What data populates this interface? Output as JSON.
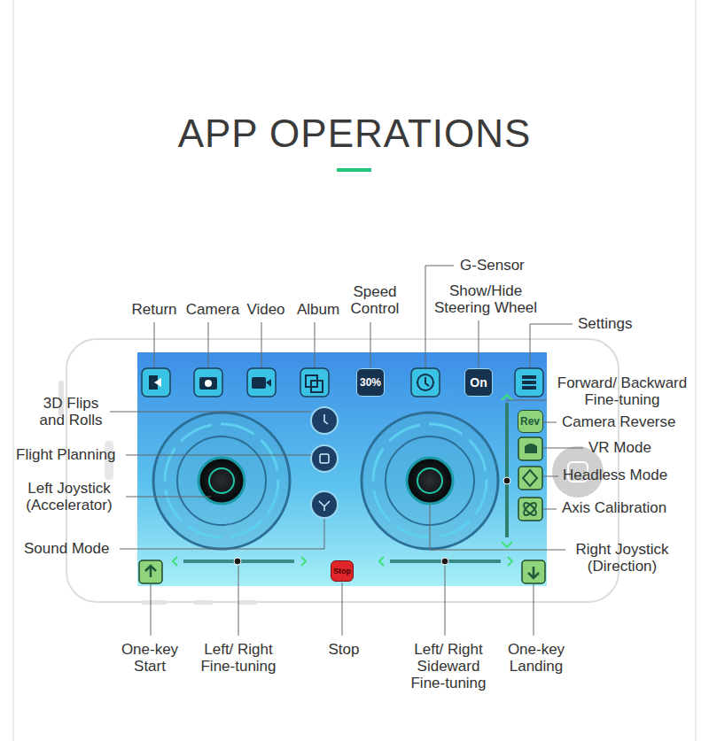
{
  "diagram": {
    "title": "APP OPERATIONS",
    "nodes": [
      {
        "text": [
          "30%"
        ]
      },
      {
        "text": [
          "On"
        ]
      },
      {
        "text": [
          "Rev"
        ]
      },
      {
        "text": [
          "Stop"
        ]
      }
    ],
    "labels": [
      "G-Sensor",
      "Speed Control",
      "Show/Hide Steering Wheel",
      "Return",
      "Camera",
      "Video",
      "Album",
      "Settings",
      "Forward/ Backward Fine-tuning",
      "3D Flips and Rolls",
      "Camera Reverse",
      "VR Mode",
      "Flight Planning",
      "Headless Mode",
      "Left Joystick (Accelerator)",
      "Axis Calibration",
      "Sound Mode",
      "Right Joystick (Direction)",
      "One-key Start",
      "Left/ Right Fine-tuning",
      "Stop",
      "Left/ Right Sideward Fine-tuning",
      "One-key Landing"
    ]
  }
}
